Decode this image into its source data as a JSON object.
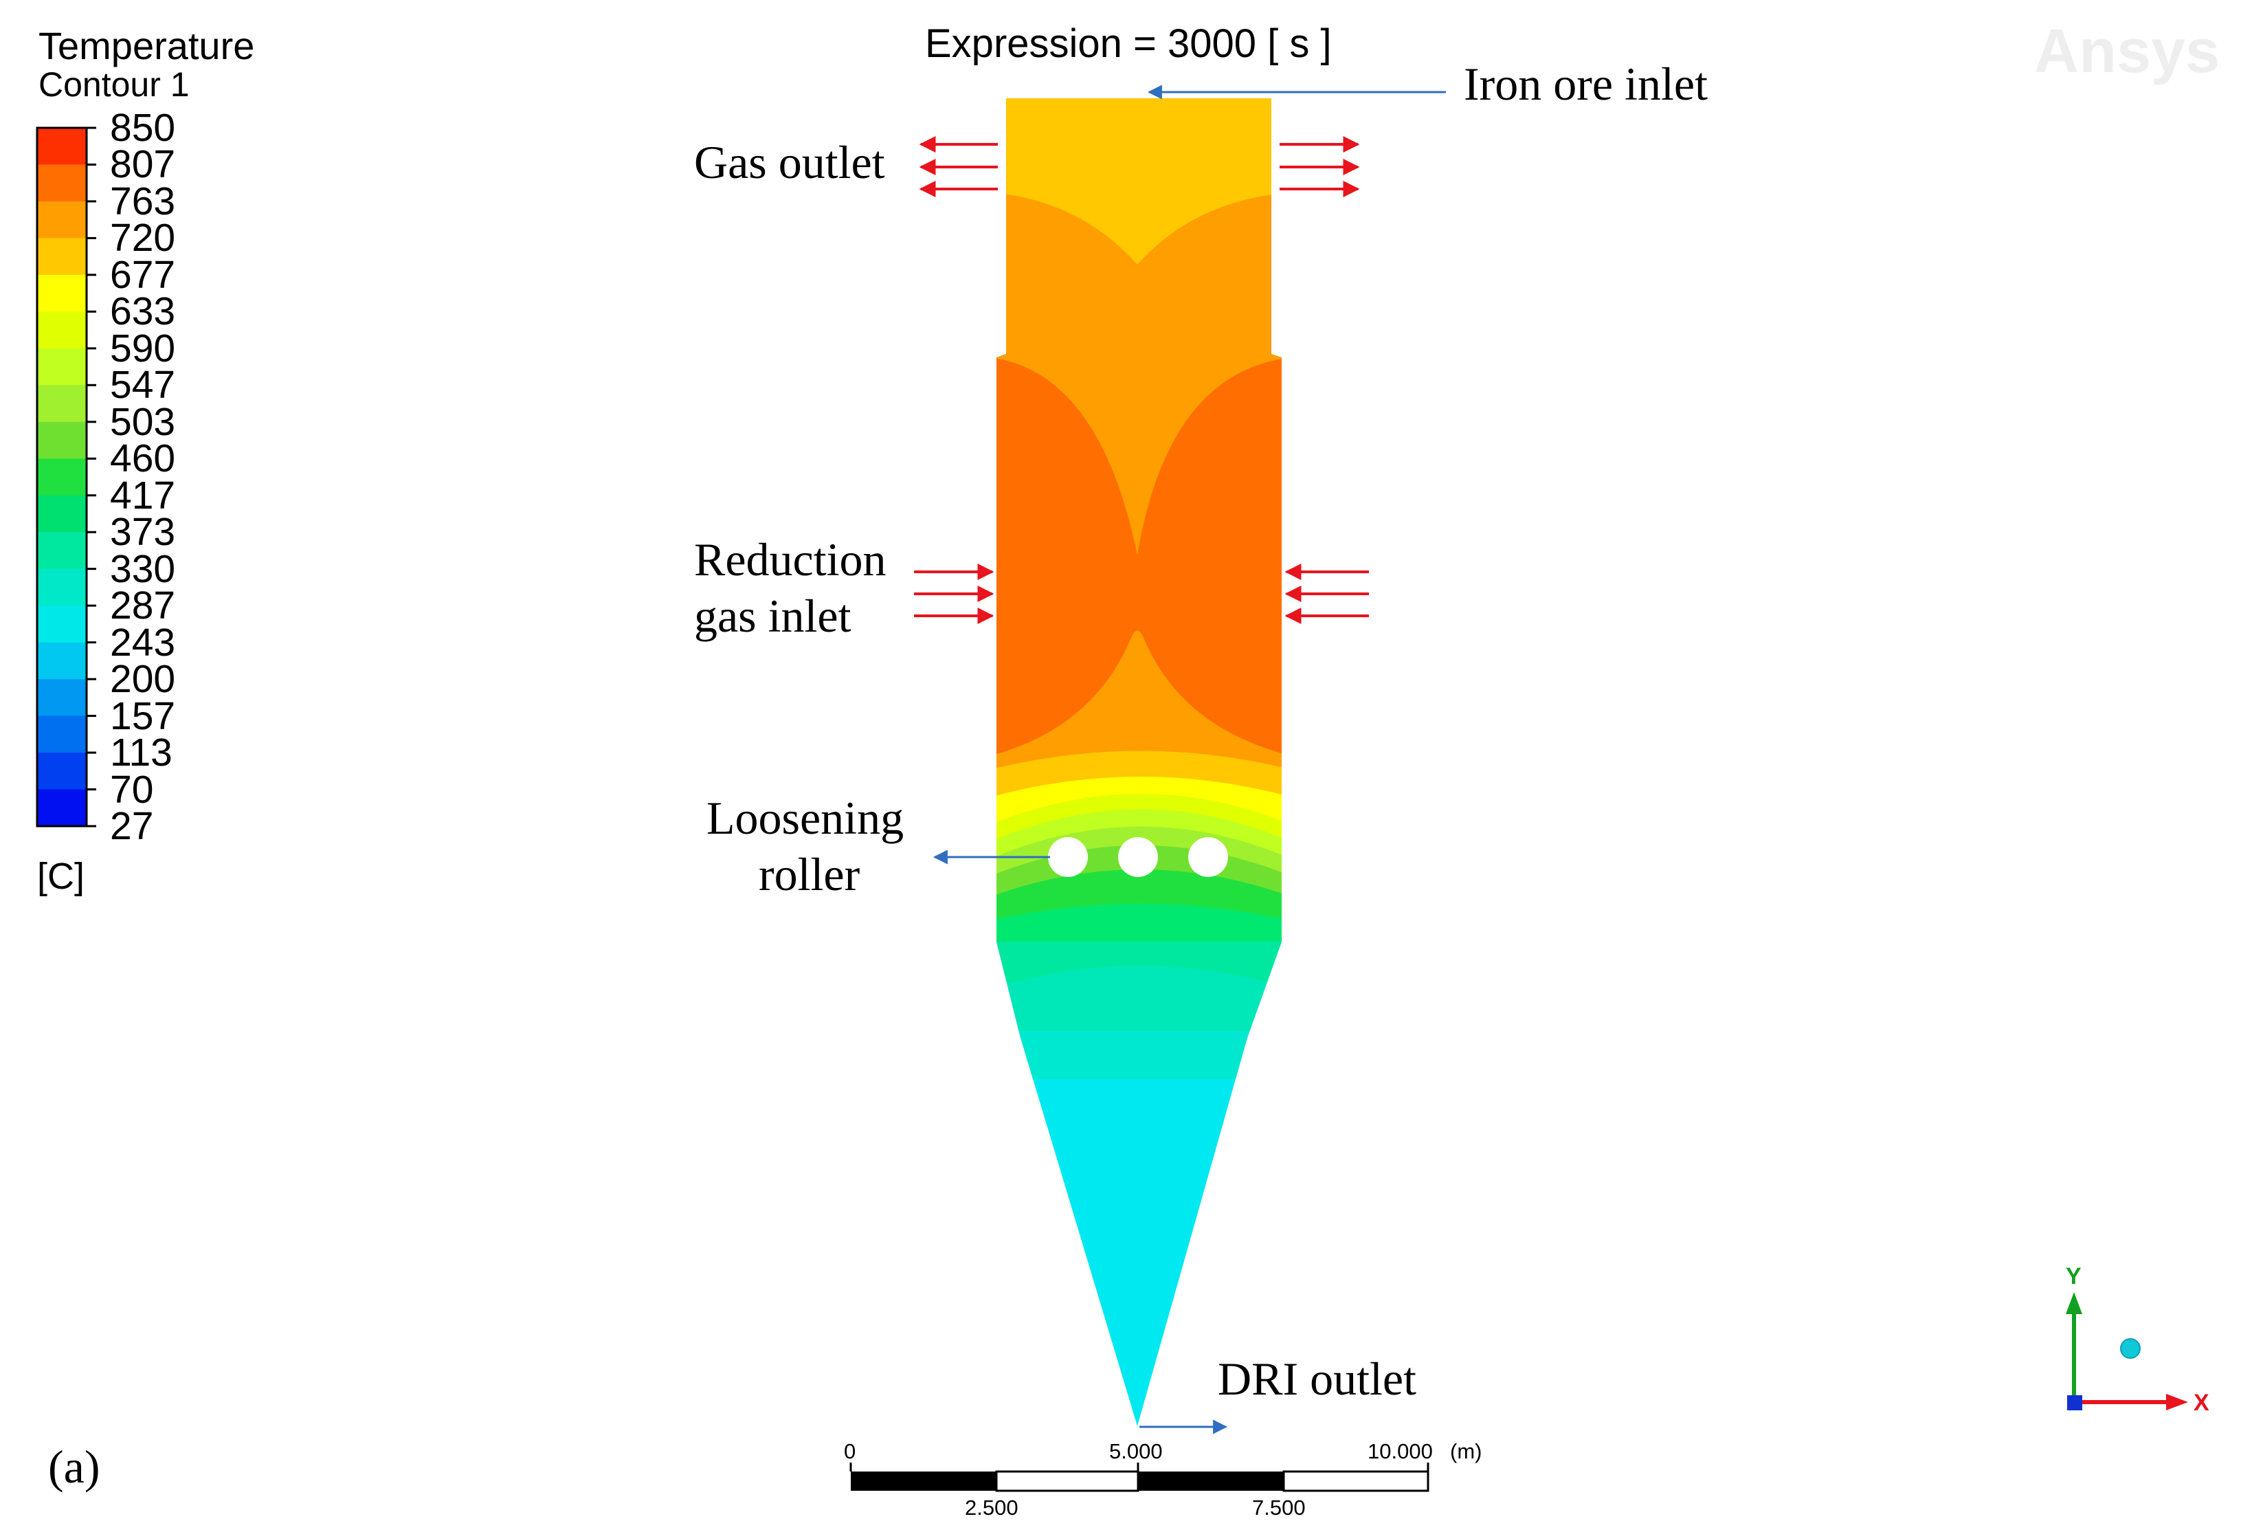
{
  "legend": {
    "title": "Temperature",
    "subtitle": "Contour 1",
    "unit": "[C]",
    "ticks": [
      "850",
      "807",
      "763",
      "720",
      "677",
      "633",
      "590",
      "547",
      "503",
      "460",
      "417",
      "373",
      "330",
      "287",
      "243",
      "200",
      "157",
      "113",
      "70",
      "27"
    ],
    "colors": [
      "#ff3000",
      "#ff6e00",
      "#ff9e00",
      "#ffc800",
      "#ffff00",
      "#e0ff00",
      "#c0ff20",
      "#a0f030",
      "#70e030",
      "#20e040",
      "#00e070",
      "#00e8a0",
      "#00e8c8",
      "#00e8e8",
      "#00c8f0",
      "#0098f0",
      "#0070f0",
      "#0040f0",
      "#0010f0"
    ]
  },
  "expression": "Expression = 3000 [ s ]",
  "labels": {
    "iron_ore_inlet": "Iron ore inlet",
    "gas_outlet": "Gas outlet",
    "reduction_line1": "Reduction",
    "reduction_line2": "gas inlet",
    "loosening_line1": "Loosening",
    "loosening_line2": "roller",
    "dri_outlet": "DRI outlet",
    "panel": "(a)"
  },
  "scale_bar": {
    "top_labels": [
      "0",
      "5.000",
      "10.000",
      "(m)"
    ],
    "bottom_labels": [
      "2.500",
      "7.500"
    ]
  },
  "axis_triad": {
    "y_label": "Y",
    "x_label": "X"
  },
  "watermark": "Ansys",
  "colors": {
    "arrow_red": "#e8141e",
    "arrow_blue": "#2f6ec0",
    "cyan": "#00e8f0",
    "orange_hot": "#ff6e00",
    "orange": "#ff9e00",
    "gold": "#ffc800"
  }
}
